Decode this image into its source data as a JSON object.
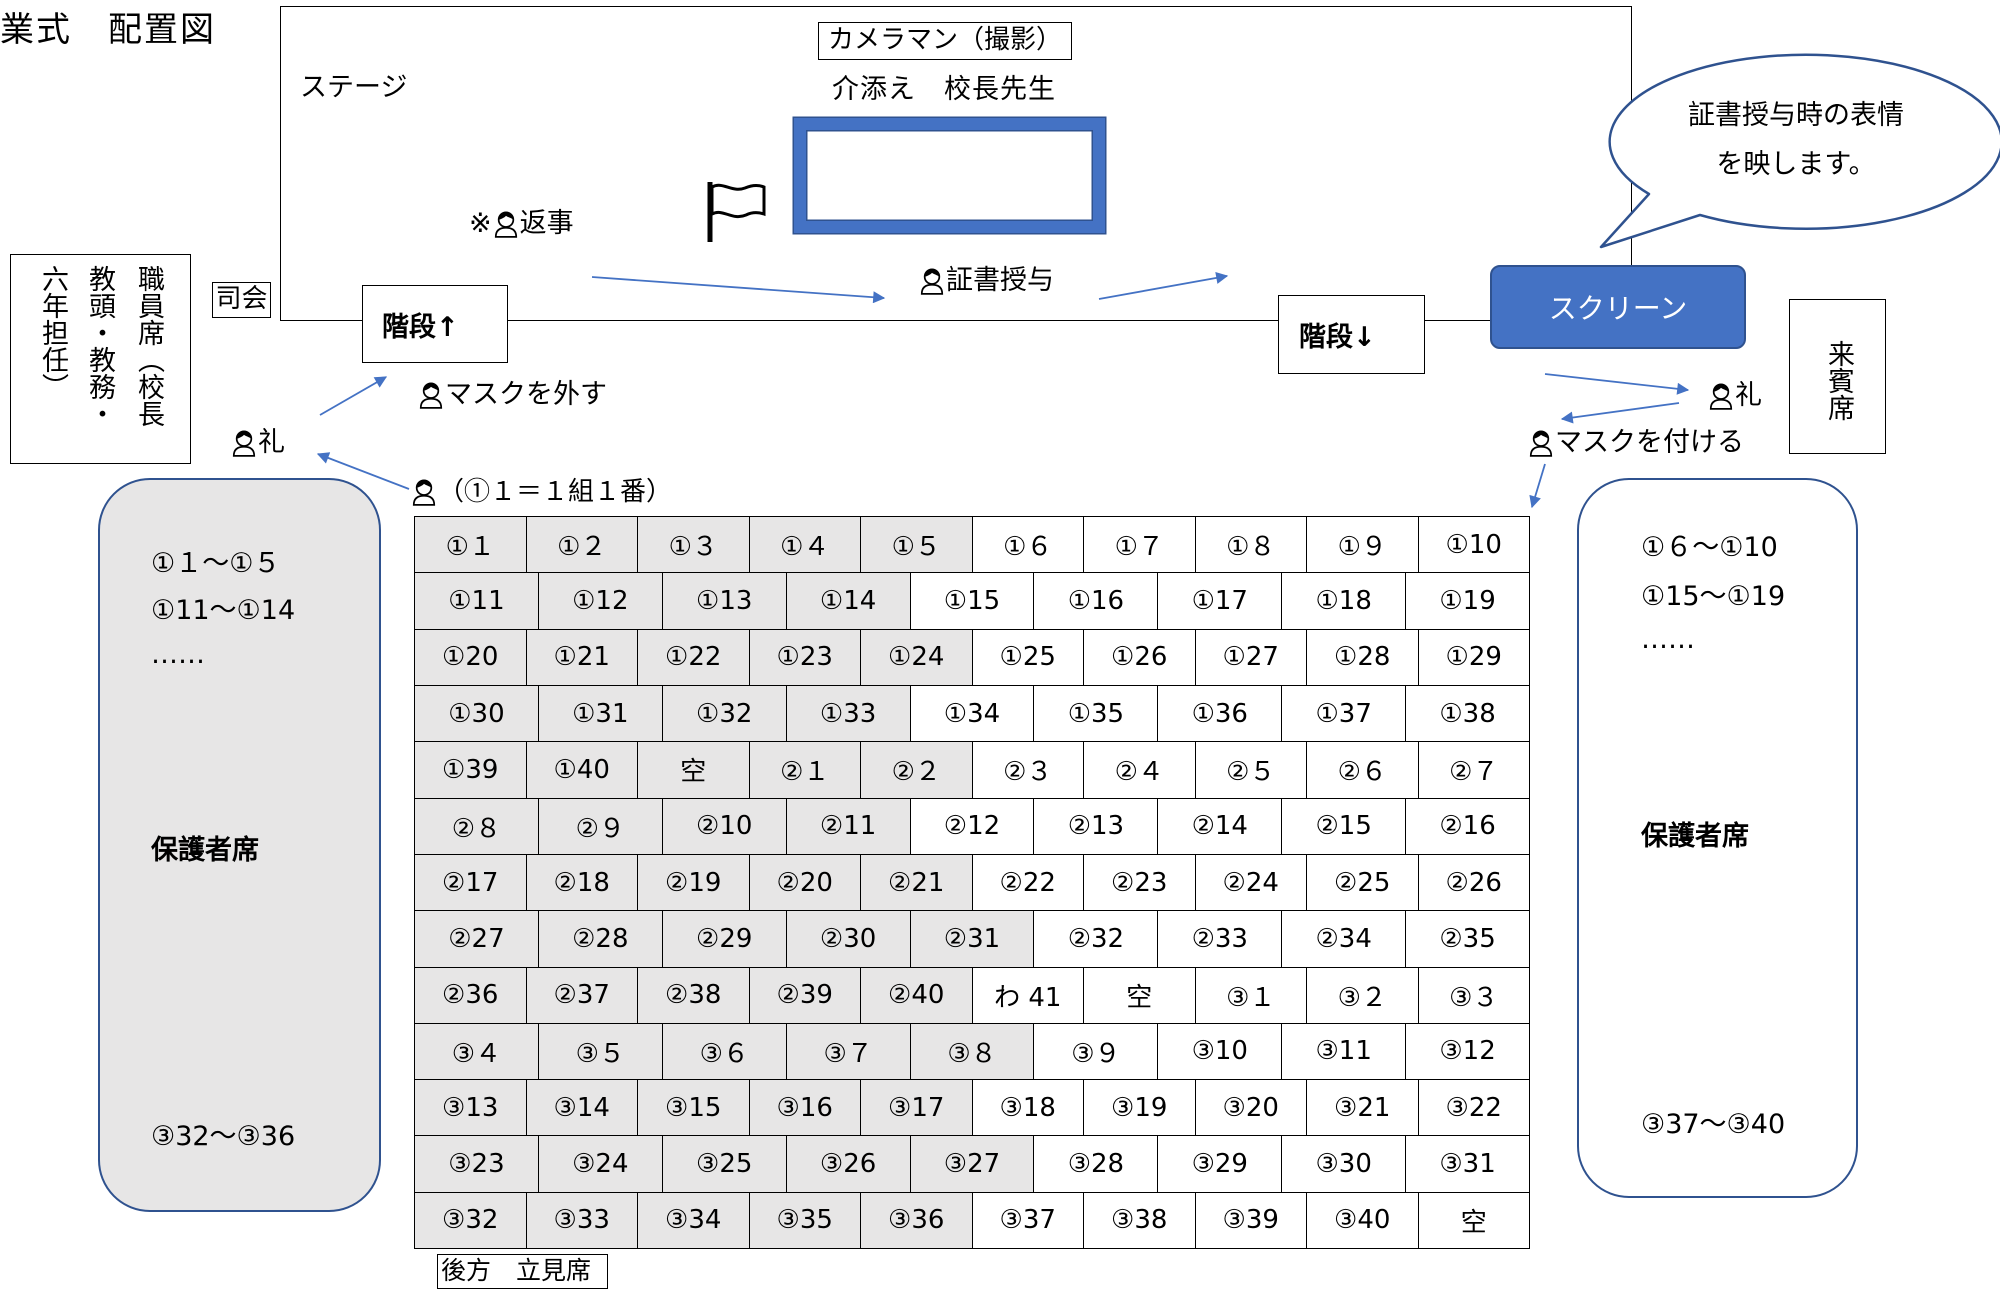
{
  "title": "業式　配置図",
  "stage": {
    "label": "ステージ",
    "camera_label": "カメラマン（撮影）",
    "podium_label": "介添え　校長先生",
    "reply_mark": "※",
    "reply_label": "返事",
    "award_label": "証書授与",
    "stairs_up": "階段↑",
    "stairs_down": "階段↓"
  },
  "screen": {
    "label": "スクリーン",
    "bubble_lines": [
      "証書授与時の表情",
      "を映します。"
    ]
  },
  "mc_label": "司会",
  "staff_seat_lines": [
    "職員席（校長",
    "教頭・教務・",
    "六年担任）"
  ],
  "guest_seat_label": "来賓席",
  "movement": {
    "remove_mask": "マスクを外す",
    "bow_left": "礼",
    "numbering_note": "（①１＝１組１番）",
    "bow_right": "礼",
    "put_on_mask": "マスクを付ける"
  },
  "parents_left": {
    "lines": [
      "①１～①５",
      "①11～①14",
      "……"
    ],
    "label": "保護者席",
    "last": "③32～③36"
  },
  "parents_right": {
    "lines": [
      "①６～①10",
      "①15～①19",
      "……"
    ],
    "label": "保護者席",
    "last": "③37～③40"
  },
  "student_seats": {
    "rows": [
      {
        "left_side_count": 5,
        "seats": [
          "①１",
          "①２",
          "①３",
          "①４",
          "①５",
          "①６",
          "①７",
          "①８",
          "①９",
          "①10"
        ]
      },
      {
        "left_side_count": 4,
        "seats": [
          "①11",
          "①12",
          "①13",
          "①14",
          "①15",
          "①16",
          "①17",
          "①18",
          "①19"
        ]
      },
      {
        "left_side_count": 5,
        "seats": [
          "①20",
          "①21",
          "①22",
          "①23",
          "①24",
          "①25",
          "①26",
          "①27",
          "①28",
          "①29"
        ]
      },
      {
        "left_side_count": 4,
        "seats": [
          "①30",
          "①31",
          "①32",
          "①33",
          "①34",
          "①35",
          "①36",
          "①37",
          "①38"
        ]
      },
      {
        "left_side_count": 5,
        "seats": [
          "①39",
          "①40",
          "空",
          "②１",
          "②２",
          "②３",
          "②４",
          "②５",
          "②６",
          "②７"
        ]
      },
      {
        "left_side_count": 4,
        "seats": [
          "②８",
          "②９",
          "②10",
          "②11",
          "②12",
          "②13",
          "②14",
          "②15",
          "②16"
        ]
      },
      {
        "left_side_count": 5,
        "seats": [
          "②17",
          "②18",
          "②19",
          "②20",
          "②21",
          "②22",
          "②23",
          "②24",
          "②25",
          "②26"
        ]
      },
      {
        "left_side_count": 5,
        "seats": [
          "②27",
          "②28",
          "②29",
          "②30",
          "②31",
          "②32",
          "②33",
          "②34",
          "②35"
        ]
      },
      {
        "left_side_count": 5,
        "seats": [
          "②36",
          "②37",
          "②38",
          "②39",
          "②40",
          "わ 41",
          "空",
          "③１",
          "③２",
          "③３"
        ]
      },
      {
        "left_side_count": 5,
        "seats": [
          "③４",
          "③５",
          "③６",
          "③７",
          "③８",
          "③９",
          "③10",
          "③11",
          "③12"
        ]
      },
      {
        "left_side_count": 5,
        "seats": [
          "③13",
          "③14",
          "③15",
          "③16",
          "③17",
          "③18",
          "③19",
          "③20",
          "③21",
          "③22"
        ]
      },
      {
        "left_side_count": 5,
        "seats": [
          "③23",
          "③24",
          "③25",
          "③26",
          "③27",
          "③28",
          "③29",
          "③30",
          "③31"
        ]
      },
      {
        "left_side_count": 5,
        "seats": [
          "③32",
          "③33",
          "③34",
          "③35",
          "③36",
          "③37",
          "③38",
          "③39",
          "③40",
          "空"
        ]
      }
    ]
  },
  "standing_area": "後方　立見席",
  "icons": {
    "person": "person-icon",
    "flag": "flag-icon"
  },
  "colors": {
    "accent_blue": "#4472C4",
    "outline_blue": "#2F528F",
    "left_side_gray": "#E7E6E6",
    "arrow_blue": "#4472C4"
  }
}
